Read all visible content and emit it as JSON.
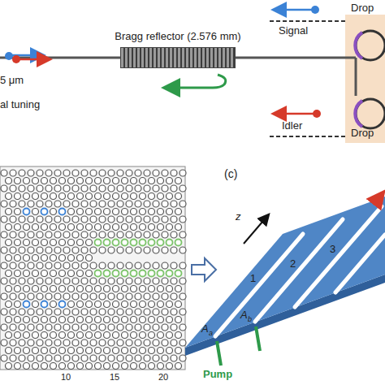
{
  "diagram": {
    "nodes": [
      {
        "text": [
          "Bragg reflector (2.576 mm)"
        ]
      }
    ],
    "labels": [
      "Signal",
      "Drop",
      "Idler",
      "Drop",
      "5 μm",
      "al tuning",
      "10",
      "15",
      "20",
      "(c)",
      "z",
      "1",
      "2",
      "3",
      "A",
      "a",
      "A",
      "b",
      "Pump"
    ]
  }
}
